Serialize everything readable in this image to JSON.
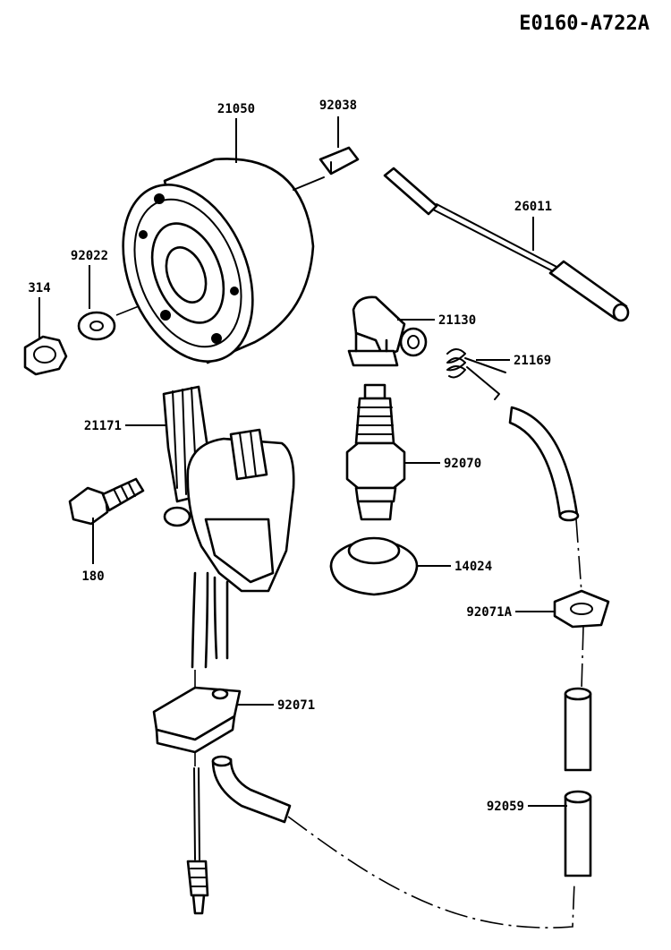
{
  "diagram_code": "E0160-A722A",
  "labels": {
    "p21050": "21050",
    "p92038": "92038",
    "p26011": "26011",
    "p92022": "92022",
    "p314": "314",
    "p21130": "21130",
    "p21169": "21169",
    "p21171": "21171",
    "p92070": "92070",
    "p180": "180",
    "p14024": "14024",
    "p92071A": "92071A",
    "p92071": "92071",
    "p92059": "92059"
  }
}
